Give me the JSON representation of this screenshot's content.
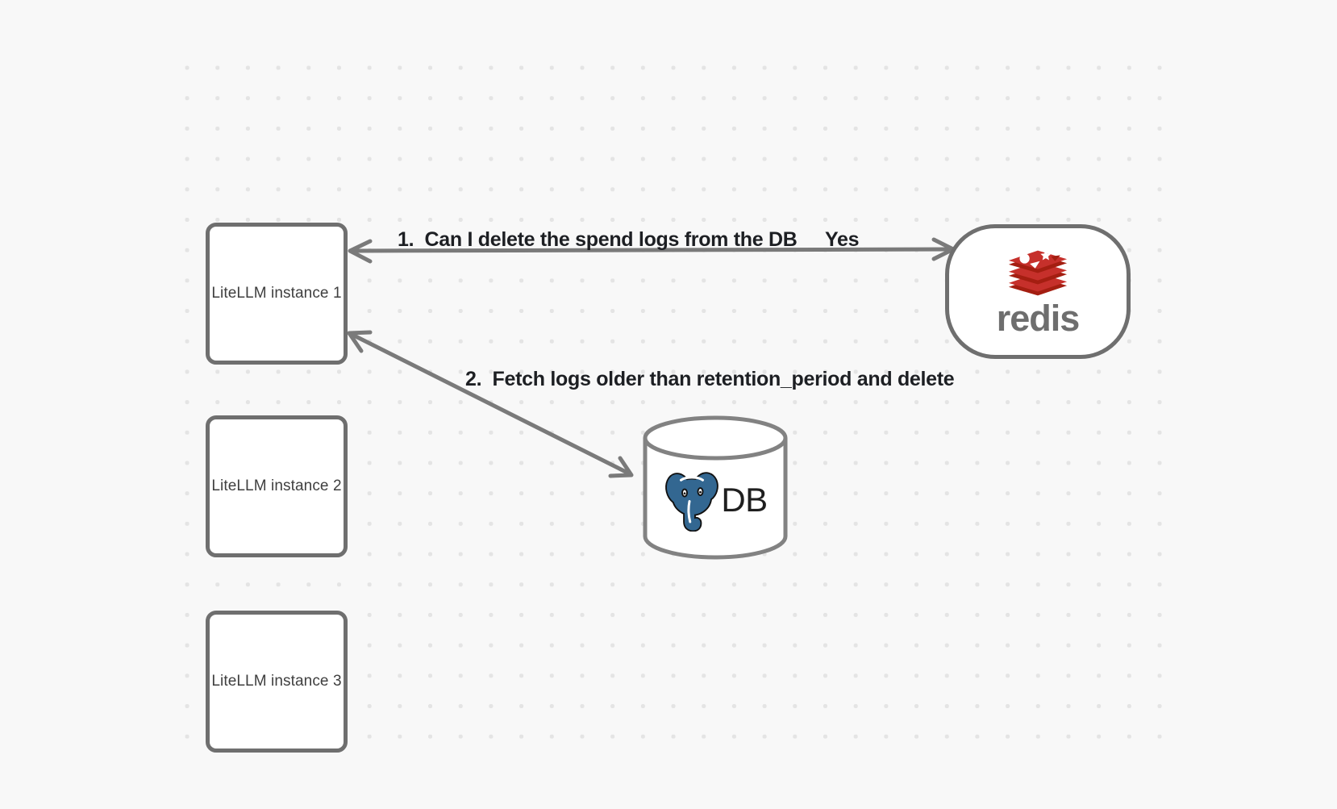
{
  "colors": {
    "background": "#f8f8f8",
    "grid_dot": "#e4e4e4",
    "shape_stroke": "#6f6f6f",
    "arrow_stroke": "#7a7a7a",
    "edge_label_text": "#1d1f23",
    "node_label_text": "#3f3f3f",
    "redis_red": "#c6302b",
    "redis_dark_red": "#a41e11",
    "redis_wordmark_gray": "#6e6e6e",
    "postgres_blue": "#336791",
    "db_text": "#1f1f1f"
  },
  "nodes": {
    "instances": [
      {
        "label": "LiteLLM instance 1"
      },
      {
        "label": "LiteLLM instance 2"
      },
      {
        "label": "LiteLLM instance 3"
      }
    ],
    "redis": {
      "wordmark": "redis"
    },
    "db": {
      "label": "DB"
    }
  },
  "annotations": {
    "arrow1_label": "1.  Can I delete the spend logs from the DB",
    "arrow1_response": "Yes",
    "arrow2_label": "2.  Fetch logs older than retention_period and delete"
  }
}
